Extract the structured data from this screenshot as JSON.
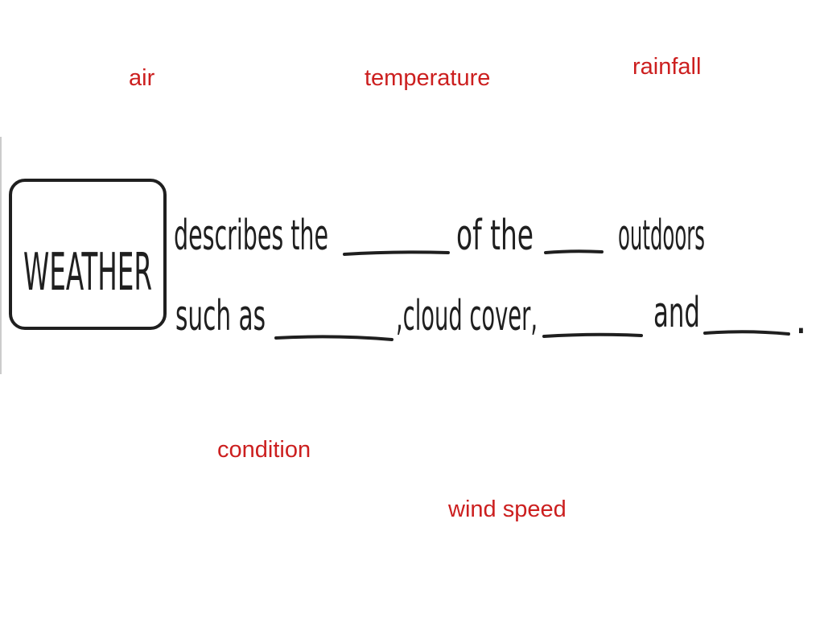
{
  "colors": {
    "word_bank": "#cc1f1f",
    "ink": "#1f1f1f"
  },
  "word_bank": {
    "air": "air",
    "temperature": "temperature",
    "rainfall": "rainfall",
    "condition": "condition",
    "wind_speed": "wind speed"
  },
  "sentence": {
    "boxed_word": "WEATHER",
    "line1_part1": "describes the",
    "line1_part2": "of the",
    "line1_part3": "outdoors",
    "line2_part1": "such as",
    "line2_part2": ",cloud cover,",
    "line2_part3": "and",
    "line2_end": "."
  }
}
